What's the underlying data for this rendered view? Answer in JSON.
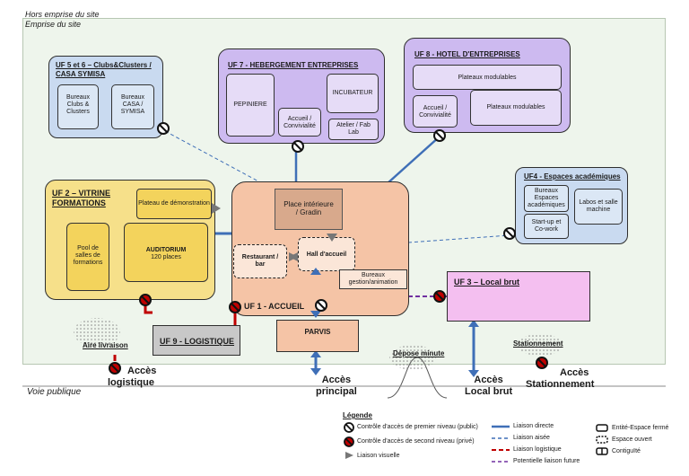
{
  "zones": {
    "outside": "Hors emprise du site",
    "site": "Emprise du site",
    "public_road": "Voie publique"
  },
  "uf56": {
    "title_line1": "UF 5 et 6 – Clubs&Clusters /",
    "title_line2": "CASA SYMISA",
    "box1": [
      "Bureaux",
      "Clubs &",
      "Clusters"
    ],
    "box2": [
      "Bureaux",
      "CASA /",
      "SYMISA"
    ]
  },
  "uf7": {
    "title": "UF 7  - HEBERGEMENT ENTREPRISES",
    "pepiniere": "PEPINIERE",
    "incubateur": "INCUBATEUR",
    "accueil": [
      "Accueil /",
      "Convivialité"
    ],
    "atelier": [
      "Atelier / Fab",
      "Lab"
    ]
  },
  "uf8": {
    "title": "UF 8 -  HOTEL D'ENTREPRISES",
    "plateaux1": "Plateaux modulables",
    "plateaux2": "Plateaux modulables",
    "accueil": [
      "Accueil /",
      "Convivialité"
    ]
  },
  "uf4": {
    "title": "UF4 - Espaces académiques",
    "bureaux": [
      "Bureaux",
      "Espaces",
      "académiques"
    ],
    "labos": [
      "Labos et salle",
      "machine"
    ],
    "startup": [
      "Start-up et",
      "Co-work"
    ]
  },
  "uf2": {
    "title_line1": "UF 2 – VITRINE",
    "title_line2": "FORMATIONS",
    "plateau": "Plateau de démonstration",
    "pool": [
      "Pool de",
      "salles de",
      "formations"
    ],
    "auditorium": [
      "AUDITORIUM",
      "120 places"
    ]
  },
  "uf1": {
    "title": "UF 1 - ACCUEIL",
    "place": [
      "Place intérieure",
      "/ Gradin"
    ],
    "restaurant": [
      "Restaurant /",
      "bar"
    ],
    "hall": "Hall d'accueil",
    "bureaux": [
      "Bureaux",
      "gestion/animation"
    ]
  },
  "uf3": {
    "title": "UF 3 – Local brut"
  },
  "uf9": {
    "title": "UF 9 - LOGISTIQUE"
  },
  "parvis": "PARVIS",
  "labels": {
    "aire_livraison": "Aire livraison",
    "acces_logistique": [
      "Accès",
      "logistique"
    ],
    "acces_principal": [
      "Accès",
      "principal"
    ],
    "depose_minute": "Dépose minute",
    "acces_local_brut": [
      "Accès",
      "Local brut"
    ],
    "stationnement": "Stationnement",
    "acces_stationnement": [
      "Accès",
      "Stationnement"
    ]
  },
  "legend": {
    "title": "Légende",
    "control1": "Contrôle d'accès de premier niveau (public)",
    "control2": "Contrôle d'accès de second niveau (privé)",
    "visual": "Liaison visuelle",
    "direct": "Liaison directe",
    "aisee": "Liaison aisée",
    "logistique": "Liaison logistique",
    "future": "Potentielle liaison future",
    "ferme": "Entité-Espace fermé",
    "ouvert": "Espace ouvert",
    "contiguite": "Contiguïté"
  },
  "colors": {
    "site_bg": "#eef5ec",
    "blue_box": "#c9daf0",
    "purple_box": "#cdbaf0",
    "yellow_box": "#f6e08a",
    "orange_box": "#f5c4a6",
    "pink_box": "#f4bff0",
    "grey_box": "#c8c8c8",
    "link_blue": "#3f6fb7",
    "link_red": "#c00000",
    "link_purple": "#7030a0"
  }
}
